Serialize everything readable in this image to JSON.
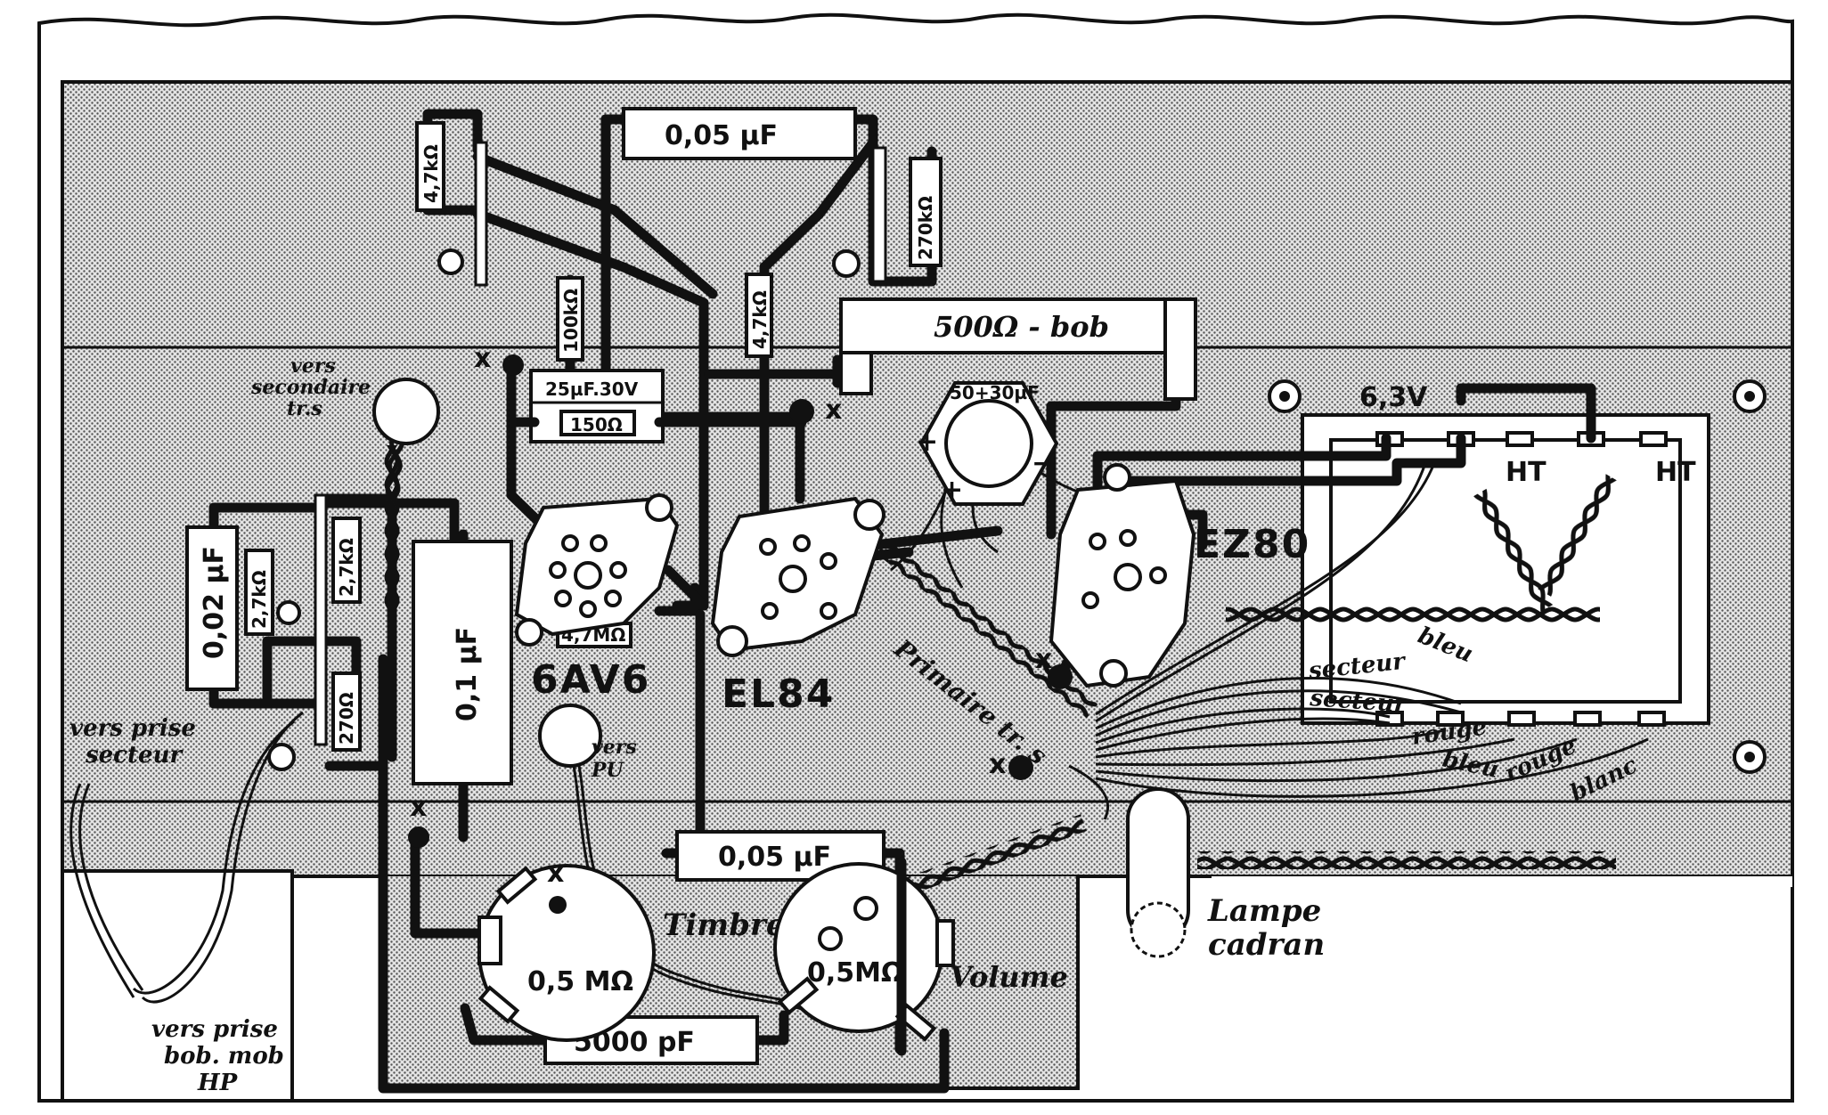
{
  "tubes": {
    "v6av6": "6AV6",
    "el84": "EL84",
    "ez80": "EZ80"
  },
  "capacitors": {
    "c_top": "0,05 µF",
    "c_electro_small": "25µF.30V",
    "c_electro_filter": "50+30µF",
    "c_left": "0,02 µF",
    "c_big": "0,1 µF",
    "c_bottom_mid": "0,05 µF",
    "c_bottom": "5000 pF"
  },
  "resistors": {
    "r_top_left": "4,7kΩ",
    "r_100k": "100kΩ",
    "r_47k": "4,7kΩ",
    "r_270k": "270kΩ",
    "r_500": "500Ω - bob",
    "r_150": "150Ω",
    "r_27k_a": "2,7kΩ",
    "r_27k_b": "2,7kΩ",
    "r_270": "270Ω",
    "r_47m": "4,7MΩ"
  },
  "potentiometers": {
    "timbre_value": "0,5 MΩ",
    "timbre_label": "Timbre",
    "volume_value": "0,5MΩ",
    "volume_label": "Volume"
  },
  "transformer": {
    "v63": "6,3V",
    "ht1": "HT",
    "ht2": "HT"
  },
  "wire_labels": {
    "bleu_1": "bleu",
    "secteur_1": "secteur",
    "secteur_2": "secteur",
    "rouge_1": "rouge",
    "bleu_2": "bleu",
    "rouge_2": "rouge",
    "blanc": "blanc"
  },
  "notes": {
    "vers_secondaire_1": "vers",
    "vers_secondaire_2": "secondaire",
    "vers_secondaire_3": "tr.s",
    "vers_prise_secteur_1": "vers prise",
    "vers_prise_secteur_2": "secteur",
    "vers_prise_hp_1": "vers prise",
    "vers_prise_hp_2": "bob. mob",
    "vers_prise_hp_3": "HP",
    "vers_pu_1": "vers",
    "vers_pu_2": "PU",
    "primaire": "Primaire tr. s",
    "lampe_1": "Lampe",
    "lampe_2": "cadran"
  },
  "electro_marks": {
    "plus": "+",
    "minus": "−"
  },
  "solder_mark": "x",
  "colors": {
    "ink": "#111111",
    "chassis": "#c9c9c9",
    "paper": "#ffffff"
  }
}
